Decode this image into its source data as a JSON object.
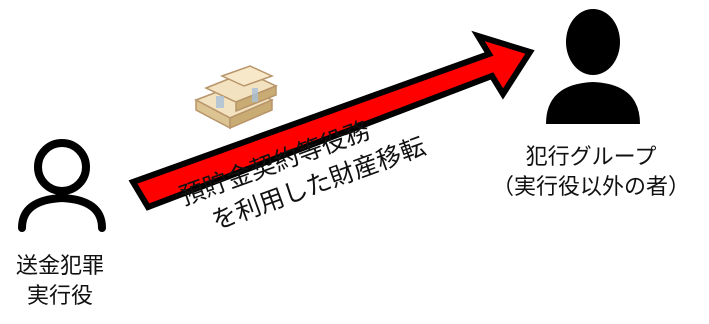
{
  "sender": {
    "line1": "送金犯罪",
    "line2": "実行役"
  },
  "receiver": {
    "line1": "犯行グループ",
    "line2": "（実行役以外の者）"
  },
  "transfer": {
    "line1": "預貯金契約等役務",
    "line2": "を利用した財産移転"
  },
  "colors": {
    "arrow": "#ff0000",
    "outline": "#000000",
    "person": "#000000",
    "money": "#e6cfa4"
  }
}
